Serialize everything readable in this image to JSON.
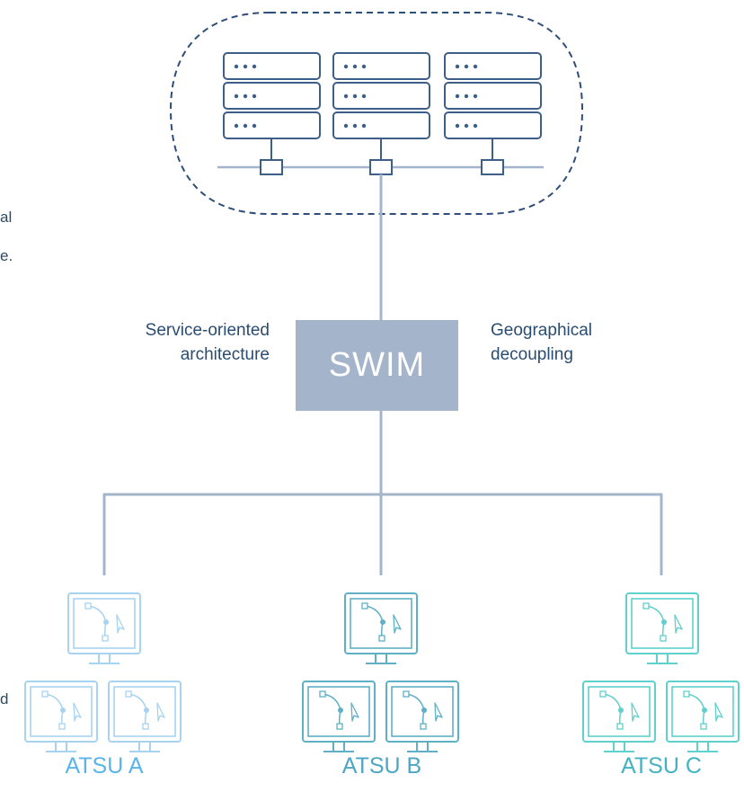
{
  "swim": {
    "label": "SWIM"
  },
  "features": {
    "left": {
      "line1": "Service-oriented",
      "line2": "architecture"
    },
    "right": {
      "line1": "Geographical",
      "line2": "decoupling"
    }
  },
  "cut_off_text": {
    "line1": "al",
    "line2": "e.",
    "line3": "d"
  },
  "atsus": [
    {
      "label": "ATSU A",
      "color": "#5ab4e8",
      "icon_color": "#a8d3f0"
    },
    {
      "label": "ATSU B",
      "color": "#4ca6c4",
      "icon_color": "#5fb0c5"
    },
    {
      "label": "ATSU C",
      "color": "#45b2c4",
      "icon_color": "#5fd0cc"
    }
  ],
  "colors": {
    "server_stroke": "#3d5f87",
    "cloud_dash": "#2e4d78",
    "connector_line": "#a3b4cb"
  },
  "icons": [
    "server-icon",
    "workstation-icon"
  ]
}
